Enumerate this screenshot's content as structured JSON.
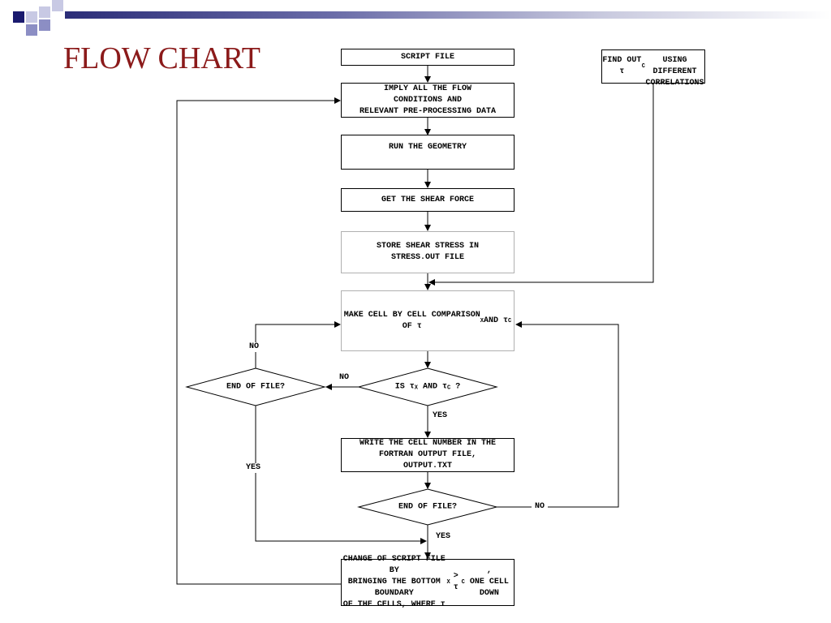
{
  "slide": {
    "title": "FLOW CHART",
    "accent_color": "#8b1a1a",
    "bar_color": "#2b2d78"
  },
  "nodes": {
    "script_file": "SCRIPT FILE",
    "imply": "IMPLY ALL THE FLOW\nCONDITIONS AND\nRELEVANT PRE-PROCESSING DATA",
    "run_geometry": "RUN THE GEOMETRY",
    "shear_force": "GET THE SHEAR FORCE",
    "store_stress": "STORE SHEAR STRESS IN\nSTRESS.OUT FILE",
    "find_tau": "FIND OUT τC\nUSING DIFFERENT\nCORRELATIONS",
    "compare": "MAKE CELL BY CELL COMPARISON\nOF τX AND τC",
    "is_decision": "IS τX AND τC ?",
    "eof_left": "END OF FILE?",
    "write_cell": "WRITE THE CELL NUMBER IN THE\nFORTRAN OUTPUT FILE,\nOUTPUT.TXT",
    "eof_bottom": "END OF FILE?",
    "change_script": "CHANGE OF SCRIPT FILE BY\nBRINGING THE BOTTOM BOUNDARY\nOF THE CELLS, WHERE τX > τC,\nONE CELL DOWN"
  },
  "edge_labels": {
    "no_left_top": "NO",
    "no_is": "NO",
    "yes_is": "YES",
    "yes_left": "YES",
    "no_bottom": "NO",
    "yes_bottom": "YES"
  }
}
